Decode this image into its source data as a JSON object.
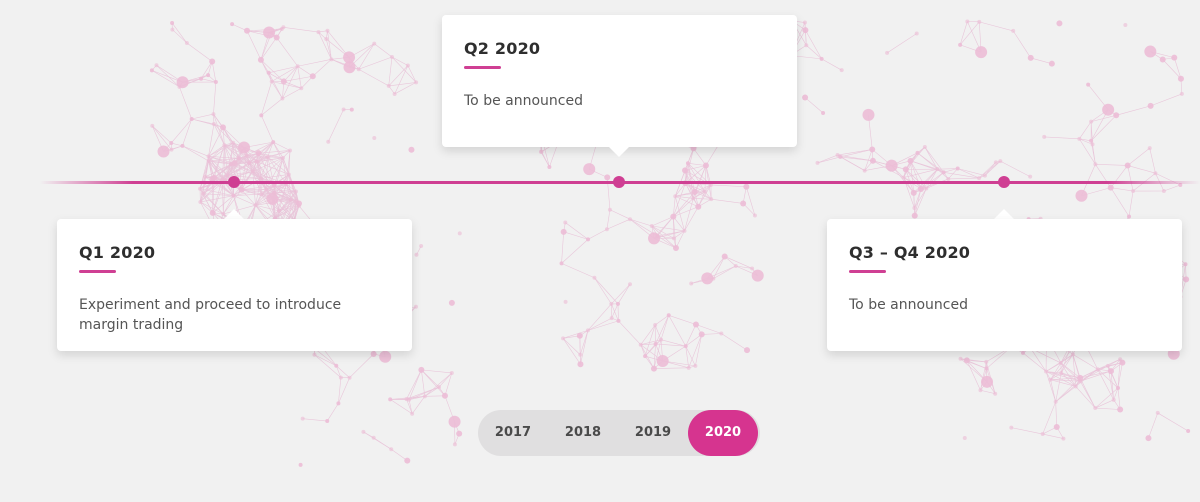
{
  "roadmap": {
    "milestones": [
      {
        "title": "Q1 2020",
        "description": "Experiment and proceed to introduce margin trading"
      },
      {
        "title": "Q2 2020",
        "description": "To be announced"
      },
      {
        "title": "Q3 – Q4 2020",
        "description": "To be announced"
      }
    ]
  },
  "year_switch": {
    "years": [
      "2017",
      "2018",
      "2019",
      "2020"
    ],
    "selected": "2020"
  },
  "colors": {
    "accent": "#cf3f93",
    "background": "#f1f1f1",
    "card": "#ffffff",
    "switch_track": "#e0dfe0"
  }
}
